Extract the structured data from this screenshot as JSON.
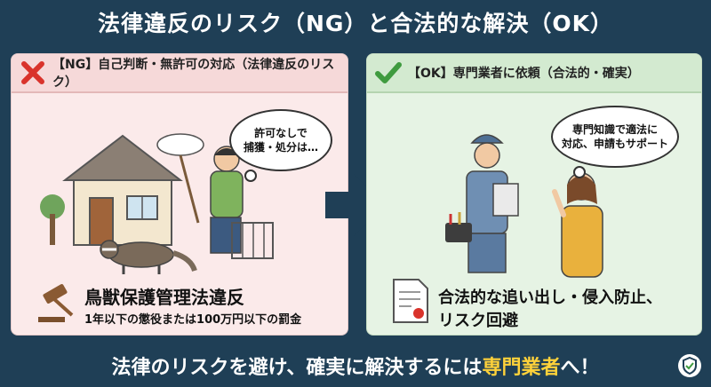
{
  "title": "法律違反のリスク（NG）と合法的な解決（OK）",
  "ng_panel": {
    "header": "【NG】自己判断・無許可の対応（法律違反のリスク）",
    "bubble": [
      "許可なしで",
      "捕獲・処分は…"
    ],
    "violation_title": "鳥獣保護管理法違反",
    "penalty": "1年以下の懲役または100万円以下の罰金"
  },
  "ok_panel": {
    "header": "【OK】専門業者に依頼（合法的・確実）",
    "bubble": [
      "専門知識で適法に",
      "対応、申請もサポート"
    ],
    "result_lines": [
      "合法的な追い出し・侵入防止、",
      "リスク回避"
    ]
  },
  "bottom": {
    "before": "法律のリスクを避け、確実に解決するには",
    "highlight": "専門業者",
    "after": "へ！"
  },
  "colors": {
    "background": "#1f3f56",
    "ng_accent": "#d9332b",
    "ok_accent": "#3f9b3f",
    "highlight": "#ffd23a"
  }
}
